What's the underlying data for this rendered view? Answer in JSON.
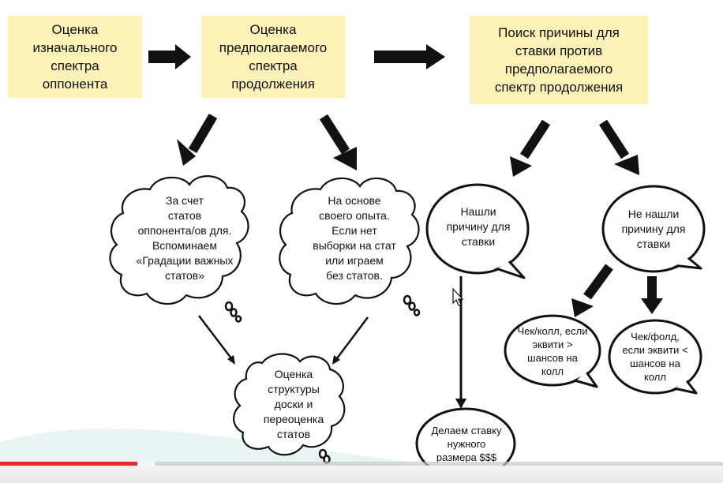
{
  "boxes": {
    "initial_range": [
      "Оценка",
      "изначального",
      "спектра",
      "оппонента"
    ],
    "expected_range": [
      "Оценка",
      "предполагаемого",
      "спектра",
      "продолжения"
    ],
    "search_reason": [
      "Поиск причины для",
      "ставки против",
      "предполагаемого",
      "спектр продолжения"
    ]
  },
  "clouds": {
    "stats": [
      "За счет",
      "статов",
      "оппонента/ов для.",
      "Вспоминаем",
      "«Градации важных",
      "статов»"
    ],
    "experience": [
      "На основе",
      "своего опыта.",
      "Если нет",
      "выборки на стат",
      "или играем",
      "без статов."
    ],
    "board_eval": [
      "Оценка",
      "структуры",
      "доски и",
      "переоценка",
      "статов"
    ]
  },
  "bubbles": {
    "found": [
      "Нашли",
      "причину для",
      "ставки"
    ],
    "not_found": [
      "Не нашли",
      "причину для",
      "ставки"
    ],
    "bet": [
      "Делаем ставку",
      "нужного",
      "размера $$$"
    ],
    "check_call": [
      "Чек/колл, если",
      "эквити >",
      "шансов на",
      "колл"
    ],
    "check_fold": [
      "Чек/фолд,",
      "если эквити <",
      "шансов на",
      "колл"
    ]
  },
  "colors": {
    "box_fill": "#fcf1b6",
    "ink": "#111111",
    "progress_played": "#e52a2a"
  },
  "video": {
    "progress_fraction": 0.19
  }
}
